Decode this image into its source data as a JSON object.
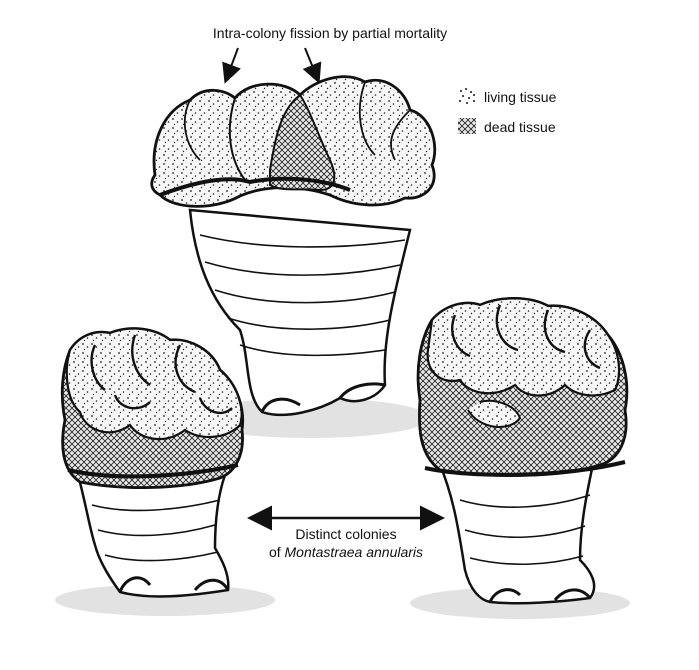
{
  "annotations": {
    "fission_label": "Intra-colony fission by partial mortality",
    "distinct_line1": "Distinct colonies",
    "distinct_line2_prefix": "of ",
    "distinct_species": "Montastraea annularis"
  },
  "legend": {
    "living": "living tissue",
    "dead": "dead tissue"
  },
  "colors": {
    "ink": "#111111",
    "tissue_fill": "#f4f4f4",
    "shadow": "#cfcfcf",
    "background": "#ffffff"
  }
}
